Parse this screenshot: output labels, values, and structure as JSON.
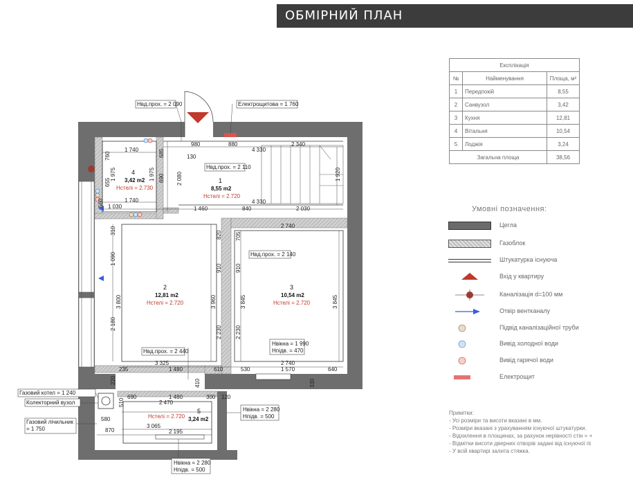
{
  "title": "ОБМІРНИЙ ПЛАН",
  "explication": {
    "caption": "Експлікація",
    "headers": {
      "num": "№",
      "name": "Найменування",
      "area": "Площа, м²"
    },
    "rows": [
      {
        "num": "1",
        "name": "Передпокій",
        "area": "8,55"
      },
      {
        "num": "2",
        "name": "Санвузол",
        "area": "3,42"
      },
      {
        "num": "3",
        "name": "Кухня",
        "area": "12,81"
      },
      {
        "num": "4",
        "name": "Вітальня",
        "area": "10,54"
      },
      {
        "num": "5",
        "name": "Лоджія",
        "area": "3,24"
      }
    ],
    "total_label": "Загальна площа",
    "total_value": "38,56"
  },
  "legend": {
    "title": "Умовні позначення:",
    "items": [
      {
        "label": "Цегла",
        "icon": "brick-wall-icon"
      },
      {
        "label": "Газоблок",
        "icon": "gasblock-wall-icon"
      },
      {
        "label": "Штукатурка існуюча",
        "icon": "plaster-line-icon"
      },
      {
        "label": "Вхід у квартиру",
        "icon": "entrance-triangle-icon"
      },
      {
        "label": "Каналізація d=100 мм",
        "icon": "sewer-pipe-icon"
      },
      {
        "label": "Отвір вентканалу",
        "icon": "vent-arrow-icon"
      },
      {
        "label": "Підвід каналізаційної труби",
        "icon": "sewer-inlet-icon"
      },
      {
        "label": "Вивід холодної води",
        "icon": "cold-water-icon"
      },
      {
        "label": "Вивід гарячої води",
        "icon": "hot-water-icon"
      },
      {
        "label": "Електрощит",
        "icon": "electric-panel-icon"
      }
    ],
    "colors": {
      "brick": "#6b6b6b",
      "gasblock": "#bdbdbd",
      "entrance": "#c0392b",
      "electric": "#d9534f",
      "vent": "#3b5bdb"
    }
  },
  "notes": {
    "title": "Примітки:",
    "lines": [
      "- Усі розміри та висоти вказані в мм.",
      "- Розміри вказані з урахуванням існуючої штукатурки.",
      "- Відхилення в площинах, за рахунок нерівності стін = +",
      "- Відмітки висоти дверних отворів задані від існуючої пі",
      "- У всій квартирі залита стяжка."
    ]
  },
  "rooms": [
    {
      "num": "1",
      "area": "8,55 m2",
      "height": "Нстелі = 2.720"
    },
    {
      "num": "2",
      "area": "12,81 m2",
      "height": "Нстелі = 2.720"
    },
    {
      "num": "3",
      "area": "10,54 m2",
      "height": "Нстелі = 2.720"
    },
    {
      "num": "4",
      "area": "3,42 m2",
      "height": "Нстелі = 2.730"
    },
    {
      "num": "5",
      "area": "3,24 m2",
      "height": "Нстелі = 2.720"
    }
  ],
  "callouts": {
    "door_top": "Нвд.прох. = 2 090",
    "electric_panel": "Електрощитова = 1 760",
    "door_hall": "Нвд.прох. = 2 110",
    "door_room3": "Нвд.прох. = 2 140",
    "door_kitchen": "Нвд.прох. = 2 440",
    "window_room3_h": "Нвікна = 1 990",
    "window_room3_sill": "Нпідв. = 470",
    "boiler": "Газовий котел = 1 240",
    "collector": "Колекторний вузол",
    "gas_meter": "Газовий лічильник",
    "gas_meter_h": "= 1 750",
    "window_loggia_h": "Нвікна = 2 280",
    "window_loggia_sill": "Нпідв. = 500",
    "window_bottom_h": "Нвікна = 2 280",
    "window_bottom_sill": "Нпідв. = 500"
  },
  "dimensions": {
    "d980": "980",
    "d880": "880",
    "d4330a": "4 330",
    "d2340": "2 340",
    "d130": "130",
    "d1920": "1 920",
    "d1740a": "1 740",
    "d1740b": "1 740",
    "d1975a": "1 975",
    "d1975b": "1 975",
    "d760": "760",
    "d655": "655",
    "d690": "690",
    "d685": "685",
    "d2080": "2 080",
    "d4330b": "4 330",
    "d1460": "1 460",
    "d840": "840",
    "d2030": "2 030",
    "d1030": "1 030",
    "d2740a": "2 740",
    "d820": "820",
    "d705": "705",
    "d910a": "910",
    "d910b": "910",
    "d1090": "1 090",
    "d3800": "3 800",
    "d3960": "3 960",
    "d3845a": "3 845",
    "d3845b": "3 845",
    "d2180": "2 180",
    "d2230a": "2 230",
    "d2230b": "2 230",
    "d3325": "3 325",
    "d1480a": "1 480",
    "d610": "610",
    "d530": "530",
    "d1570": "1 570",
    "d640": "640",
    "d2740b": "2 740",
    "d235": "235",
    "d220": "220",
    "d410": "410",
    "d330": "330",
    "d1480b": "1 480",
    "d300": "300",
    "d120": "120",
    "d2470": "2 470",
    "d580": "580",
    "d870": "870",
    "d3065": "3 065",
    "d2195": "2 195",
    "d310": "310",
    "d510": "510",
    "d560": "560"
  }
}
